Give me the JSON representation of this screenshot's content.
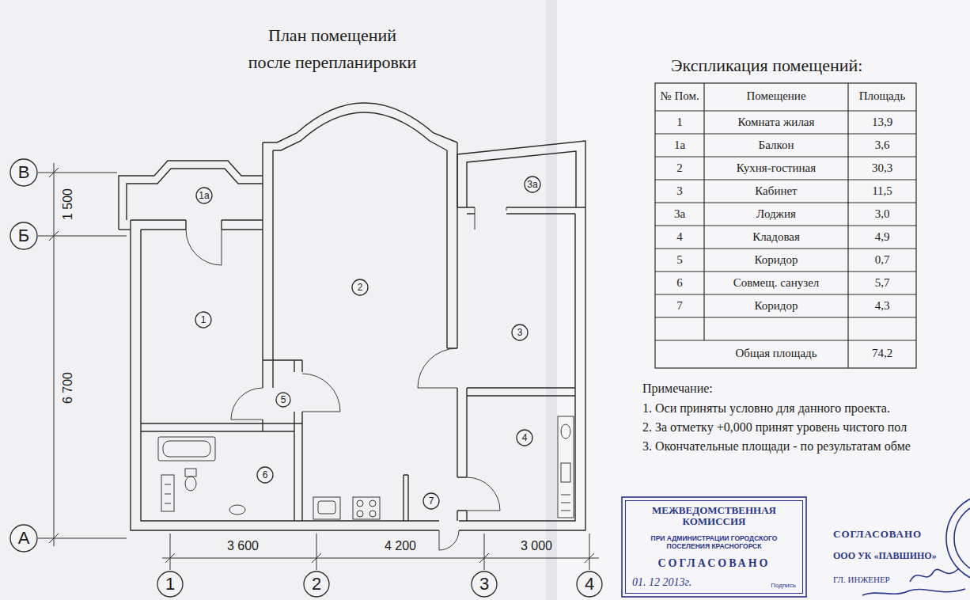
{
  "diagram": {
    "title": "План помещений после перепланировки",
    "nodes": [
      {
        "text": [
          "В"
        ]
      },
      {
        "text": [
          "1а"
        ]
      },
      {
        "text": [
          "3а"
        ]
      },
      {
        "text": [
          "Б"
        ]
      },
      {
        "text": [
          "2"
        ]
      },
      {
        "text": [
          "1"
        ]
      },
      {
        "text": [
          "3"
        ]
      },
      {
        "text": [
          "5"
        ]
      },
      {
        "text": [
          "4"
        ]
      },
      {
        "text": [
          "6"
        ]
      },
      {
        "text": [
          "А"
        ]
      },
      {
        "text": [
          "7"
        ]
      },
      {
        "text": [
          "1"
        ]
      },
      {
        "text": [
          "2"
        ]
      },
      {
        "text": [
          "3"
        ]
      },
      {
        "text": [
          "4"
        ]
      },
      {
        "text": [
          "МЕЖВЕДОМСТВЕННАЯ КОМИССИЯ",
          "ПРИ АДМИНИСТРАЦИИ ГОРОДСКОГО ПОСЕЛЕНИЯ КРАСНОГОРСК",
          "СОГЛАСОВАНО",
          "01. 12 2013г.",
          "Подпись"
        ]
      }
    ],
    "labels": [
      "Экспликация помещений:",
      "№ Пом.",
      "Помещение",
      "Площадь",
      "1",
      "Комната жилая",
      "13,9",
      "1а",
      "Балкон",
      "3,6",
      "2",
      "Кухня-гостиная",
      "30,3",
      "3",
      "Кабинет",
      "11,5",
      "3а",
      "Лоджия",
      "3,0",
      "4",
      "Кладовая",
      "4,9",
      "5",
      "Коридор",
      "0,7",
      "6",
      "Совмещ. санузел",
      "5,7",
      "7",
      "Коридор",
      "4,3",
      "Общая площадь",
      "74,2",
      "3 600",
      "4 200",
      "3 000",
      "1 500",
      "6 700",
      "Примечание:",
      "1. Оси приняты условно для данного проекта.",
      "2. За отметку +0,000 принят уровень чистого пол",
      "3. Окончательные площади - по результатам обме",
      "СОГЛАСОВАНО",
      "ООО УК «ПАВШИНО»",
      "ГЛ. ИНЖЕНЕР"
    ]
  }
}
